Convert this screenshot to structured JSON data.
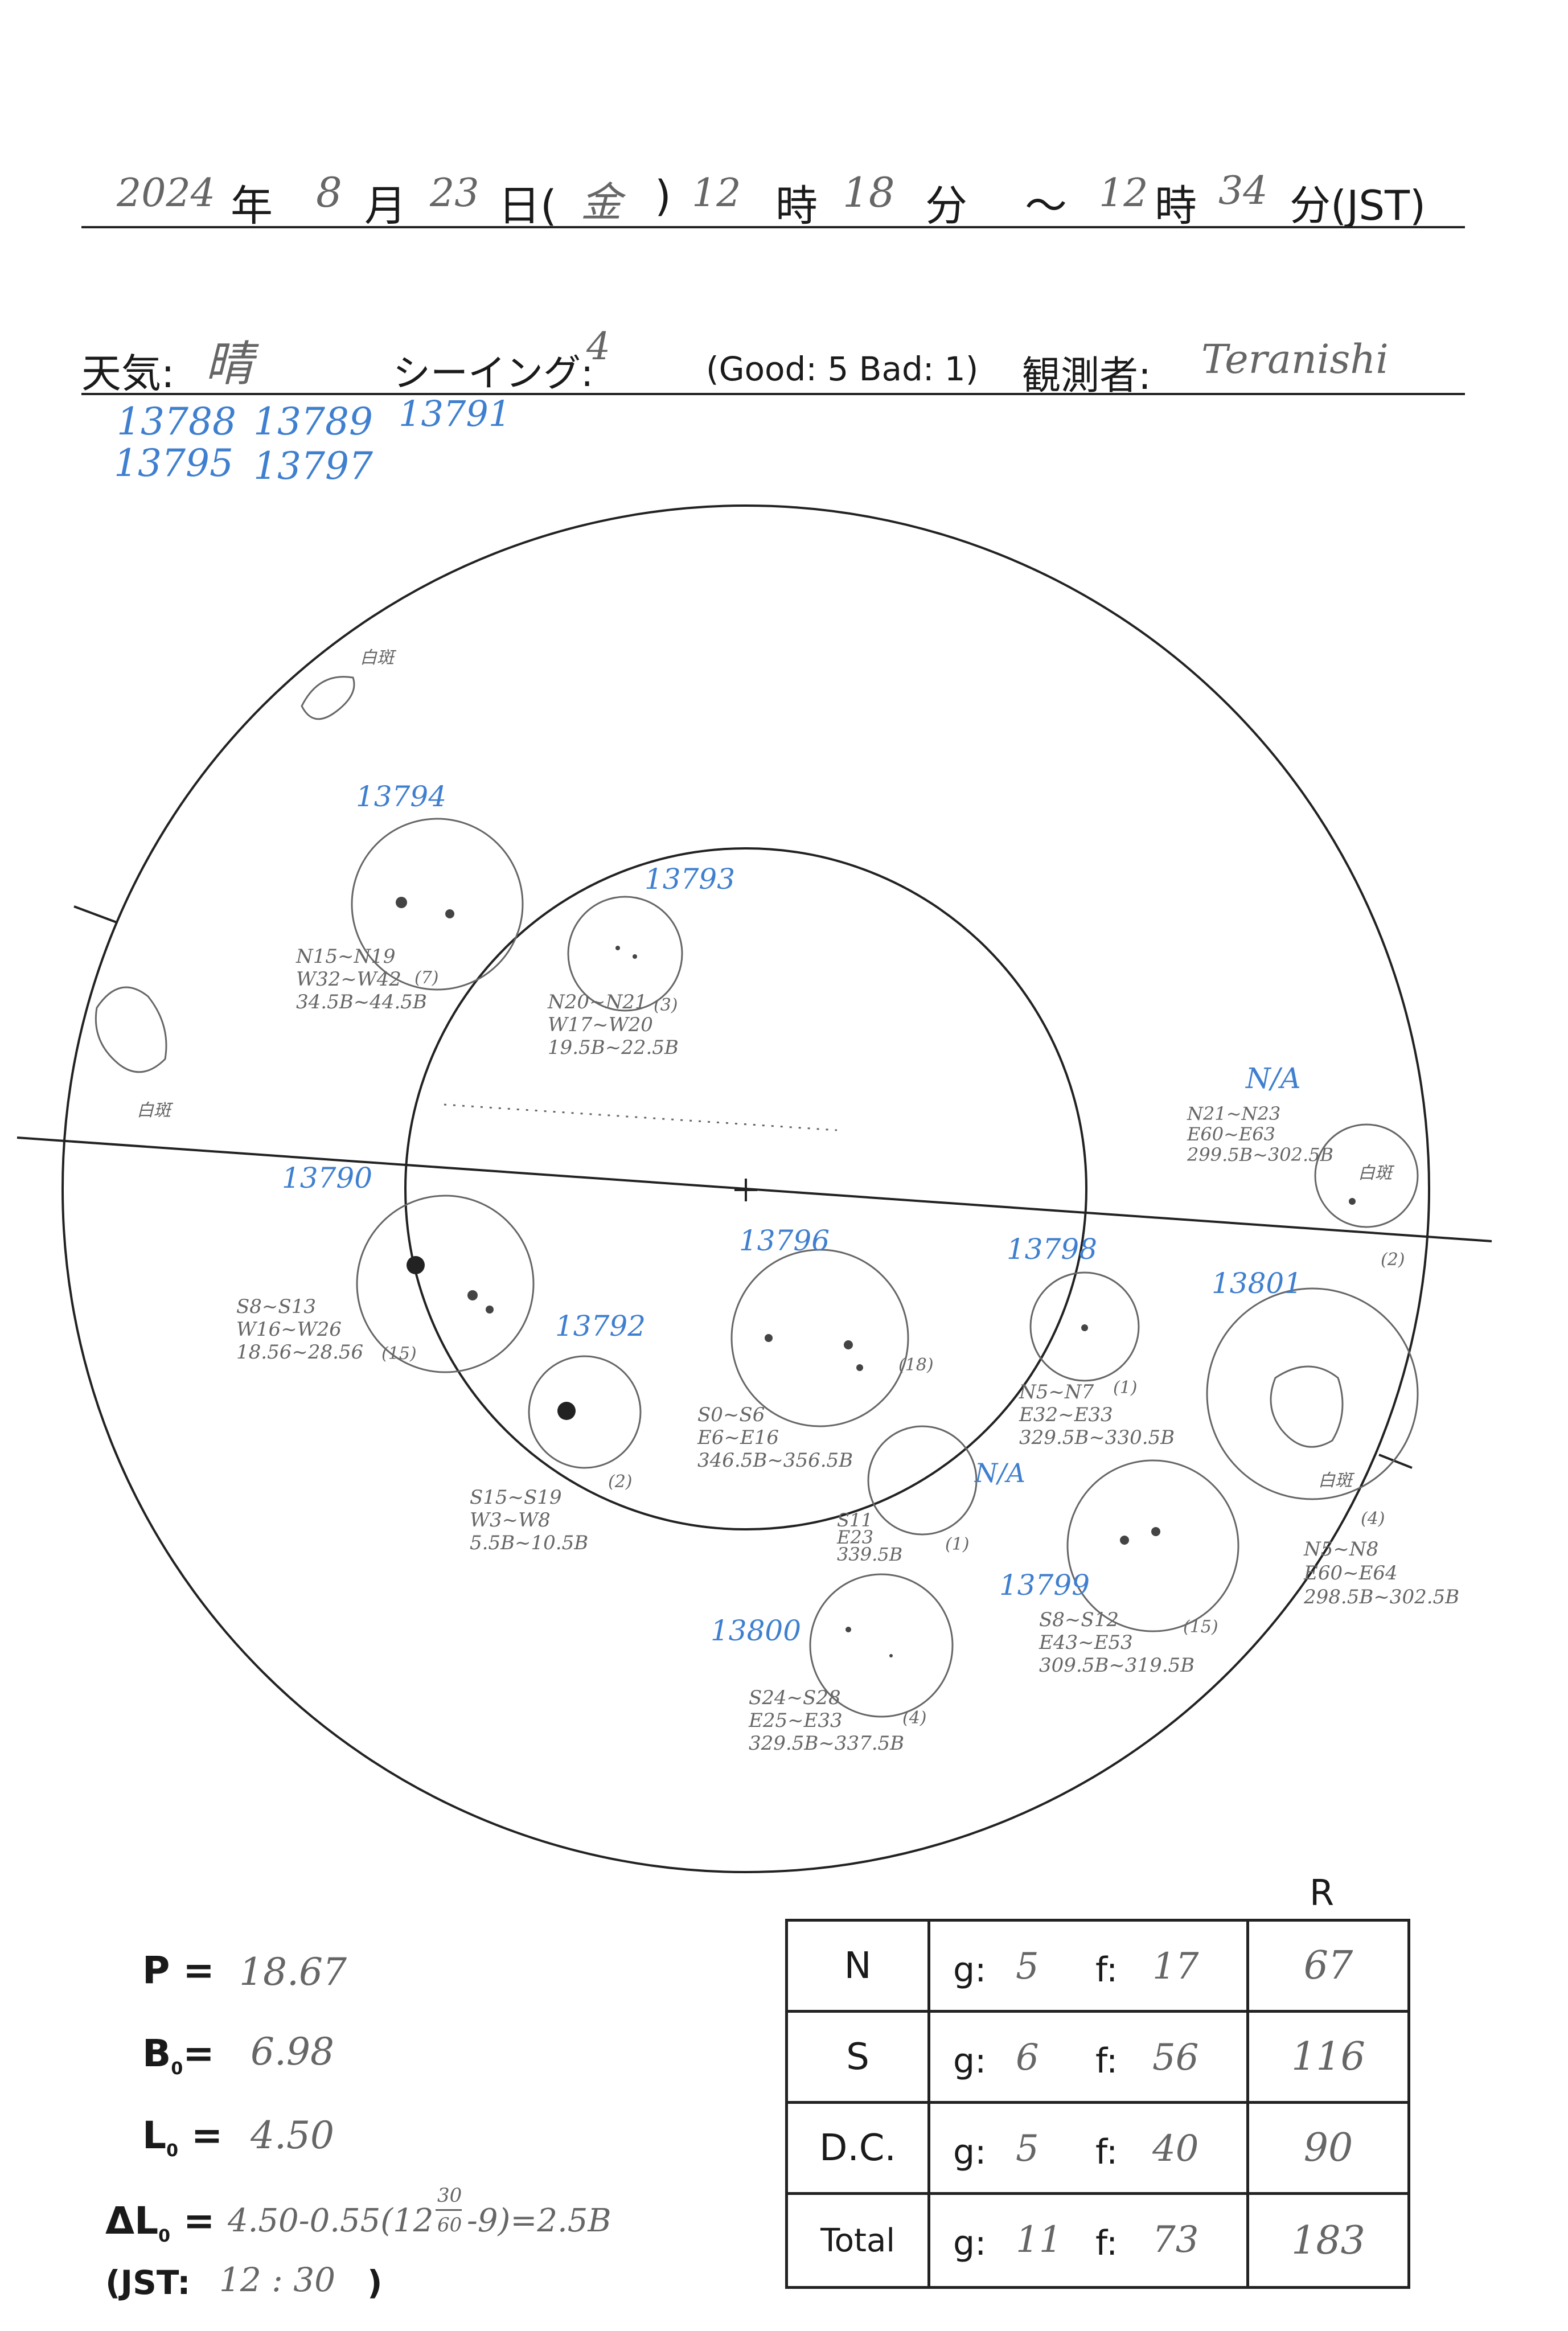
{
  "header": {
    "year": "2024",
    "year_unit": "年",
    "month": "8",
    "month_unit": "月",
    "day": "23",
    "day_unit": "日(",
    "weekday": "金",
    "weekday_close": ")",
    "start_hour": "12",
    "hour_unit": "時",
    "start_min": "18",
    "min_unit": "分",
    "tilde": "～",
    "end_hour": "12",
    "end_hour_unit": "時",
    "end_min": "34",
    "end_min_unit": "分(JST)"
  },
  "conditions": {
    "weather_label": "天気:",
    "weather_value": "晴",
    "seeing_label": "シーイング:",
    "seeing_value": "4",
    "scale_note": "(Good: 5  Bad: 1)",
    "observer_label": "観測者:",
    "observer_value": "Teranishi"
  },
  "region_list": [
    "13788",
    "13789",
    "13791",
    "13795",
    "13797"
  ],
  "disk": {
    "labels": {
      "faculae_1": "白斑",
      "faculae_2": "白斑",
      "faculae_3": "白斑",
      "faculae_4": "白斑"
    },
    "regions": [
      {
        "id": "13794",
        "lat": "N15~N19",
        "lon": "W32~W42",
        "range": "34.5B~44.5B",
        "count": "(7)"
      },
      {
        "id": "13793",
        "lat": "N20~N21",
        "lon": "W17~W20",
        "range": "19.5B~22.5B",
        "count": "(3)"
      },
      {
        "id": "N/A",
        "lat": "N21~N23",
        "lon": "E60~E63",
        "range": "299.5B~302.5B",
        "count": "(2)"
      },
      {
        "id": "13790",
        "lat": "S8~S13",
        "lon": "W16~W26",
        "range": "18.56~28.56",
        "count": "(15)"
      },
      {
        "id": "13796",
        "lat": "S0~S6",
        "lon": "E6~E16",
        "range": "346.5B~356.5B",
        "count": "(18)"
      },
      {
        "id": "13798",
        "lat": "N5~N7",
        "lon": "E32~E33",
        "range": "329.5B~330.5B",
        "count": "(1)"
      },
      {
        "id": "13801",
        "lat": "N5~N8",
        "lon": "E60~E64",
        "range": "298.5B~302.5B",
        "count": "(4)"
      },
      {
        "id": "13792",
        "lat": "S15~S19",
        "lon": "W3~W8",
        "range": "5.5B~10.5B",
        "count": "(2)"
      },
      {
        "id": "N/A",
        "lat": "S11",
        "lon": "E23",
        "range": "339.5B",
        "count": "(1)"
      },
      {
        "id": "13799",
        "lat": "S8~S12",
        "lon": "E43~E53",
        "range": "309.5B~319.5B",
        "count": "(15)"
      },
      {
        "id": "13800",
        "lat": "S24~S28",
        "lon": "E25~E33",
        "range": "329.5B~337.5B",
        "count": "(4)"
      }
    ]
  },
  "parameters": {
    "p_label": "P =",
    "p_value": "18.67",
    "b_label": "B",
    "b_sub": "0",
    "b_eq": "=",
    "b_value": "6.98",
    "l_label": "L",
    "l_sub": "0",
    "l_eq": " =",
    "l_value": "4.50",
    "dl_label": "ΔL",
    "dl_sub": "0",
    "dl_eq": " =",
    "dl_value": "4.50-0.55(12",
    "dl_num": "30",
    "dl_den": "60",
    "dl_tail": "-9)=2.5B",
    "jst_label": "(JST:",
    "jst_value": "12 : 30",
    "jst_close": ")"
  },
  "table": {
    "r_header": "R",
    "g_label": "g:",
    "f_label": "f:",
    "rows": [
      {
        "label": "N",
        "g": "5",
        "f": "17",
        "r": "67"
      },
      {
        "label": "S",
        "g": "6",
        "f": "56",
        "r": "116"
      },
      {
        "label": "D.C.",
        "g": "5",
        "f": "40",
        "r": "90"
      },
      {
        "label": "Total",
        "g": "11",
        "f": "73",
        "r": "183"
      }
    ]
  }
}
